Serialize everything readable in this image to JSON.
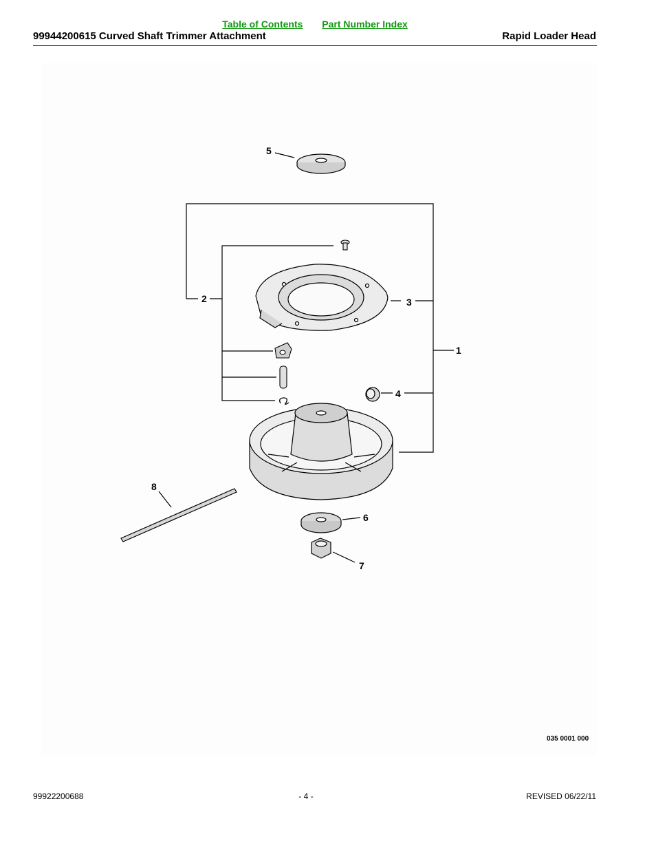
{
  "nav": {
    "table_of_contents": "Table of Contents",
    "part_number_index": "Part Number Index"
  },
  "header": {
    "title": "99944200615 Curved Shaft Trimmer Attachment",
    "section": "Rapid Loader Head"
  },
  "diagram": {
    "callouts": [
      "1",
      "2",
      "3",
      "4",
      "5",
      "6",
      "7",
      "8"
    ],
    "figure_code": "035 0001 000"
  },
  "footer": {
    "doc_number": "99922200688",
    "page": "- 4 -",
    "revised": "REVISED 06/22/11"
  },
  "colors": {
    "link": "#119911",
    "line": "#000000"
  }
}
